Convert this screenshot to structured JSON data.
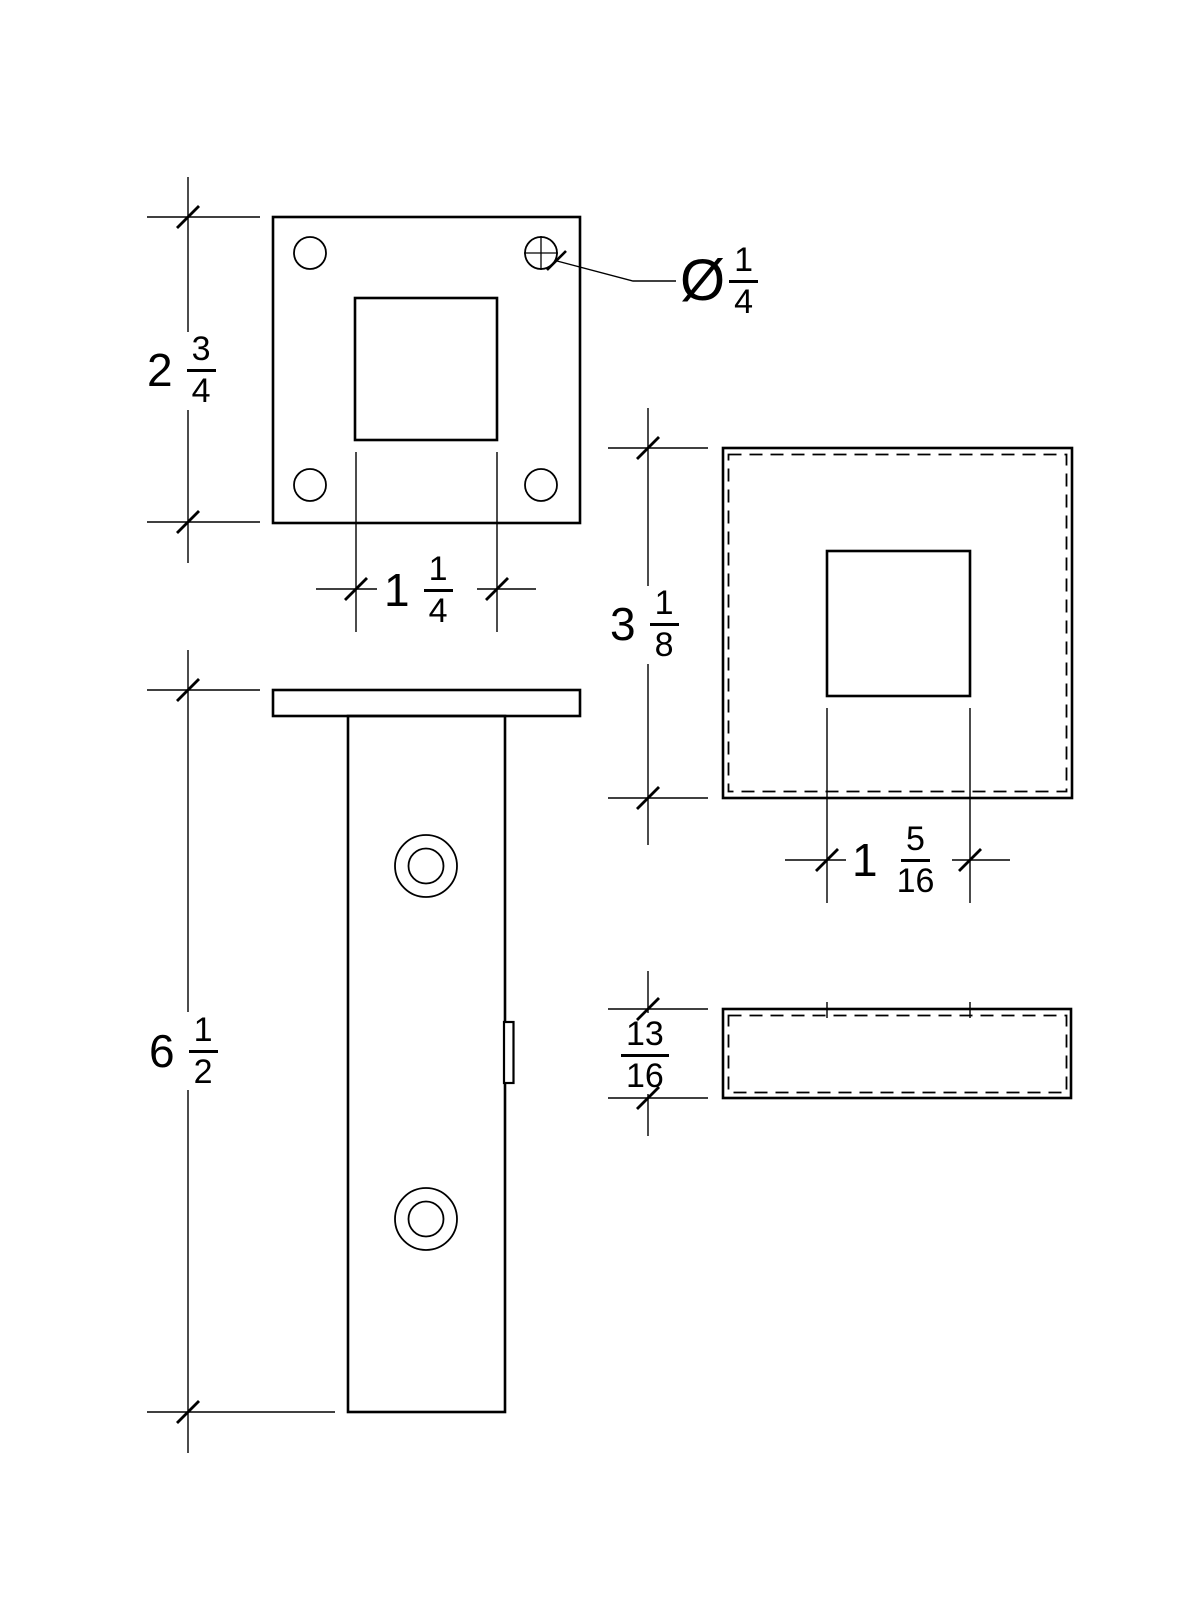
{
  "drawing": {
    "background_color": "#ffffff",
    "line_color": "#000000",
    "views": [
      "base-plate-plan",
      "cap-plan",
      "post-front",
      "cap-side"
    ]
  },
  "dimensions": {
    "plate_height": {
      "whole": "2",
      "numerator": "3",
      "denominator": "4"
    },
    "plate_opening_width": {
      "whole": "1",
      "numerator": "1",
      "denominator": "4"
    },
    "hole_diameter": {
      "symbol": "Ø",
      "numerator": "1",
      "denominator": "4"
    },
    "cap_width": {
      "whole": "3",
      "numerator": "1",
      "denominator": "8"
    },
    "cap_opening_width": {
      "whole": "1",
      "numerator": "5",
      "denominator": "16"
    },
    "post_height": {
      "whole": "6",
      "numerator": "1",
      "denominator": "2"
    },
    "cap_thickness": {
      "numerator": "13",
      "denominator": "16"
    }
  }
}
